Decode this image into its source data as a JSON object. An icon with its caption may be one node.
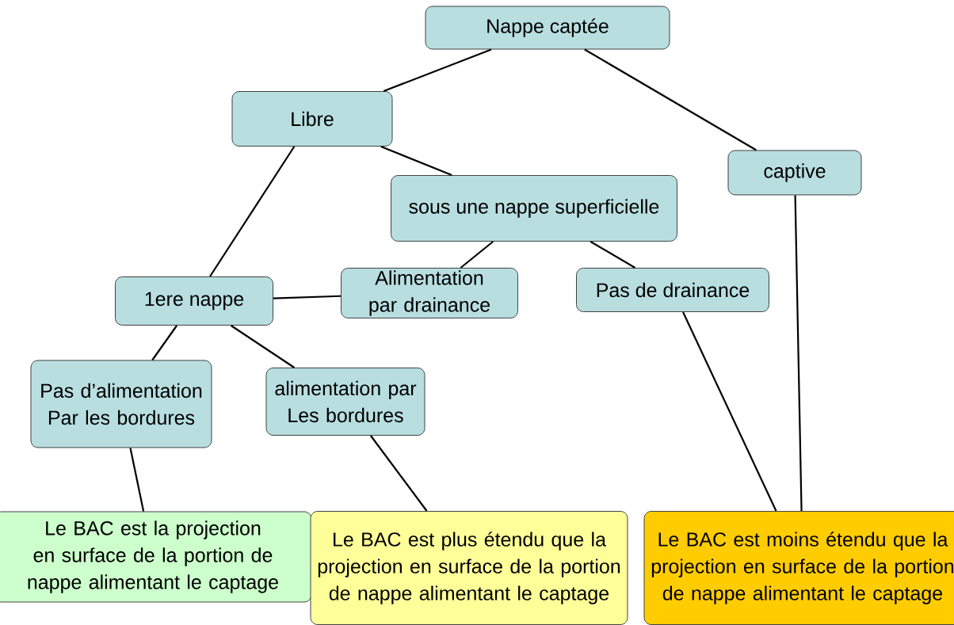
{
  "diagram": {
    "nodes": [
      {
        "text": [
          "Nappe captée"
        ]
      },
      {
        "text": [
          "Libre"
        ]
      },
      {
        "text": [
          "captive"
        ]
      },
      {
        "text": [
          "sous une nappe superficielle"
        ]
      },
      {
        "text": [
          "1ere nappe"
        ]
      },
      {
        "text": [
          "Alimentation par drainance"
        ]
      },
      {
        "text": [
          "Pas de drainance"
        ]
      },
      {
        "text": [
          "Pas d’alimentation Par les bordures"
        ]
      },
      {
        "text": [
          "alimentation par Les bordures"
        ]
      },
      {
        "text": [
          "Le BAC est la projection en surface de la portion de nappe alimentant le captage"
        ]
      },
      {
        "text": [
          "Le BAC est plus étendu que la projection en surface de la portion de nappe alimentant le captage"
        ]
      },
      {
        "text": [
          "Le BAC est moins étendu que la projection en surface de la portion de nappe alimentant le captage"
        ]
      }
    ],
    "edges": [
      {
        "from": 0,
        "to": 1,
        "arrow": "none"
      },
      {
        "from": 0,
        "to": 2,
        "arrow": "none"
      },
      {
        "from": 1,
        "to": 4,
        "arrow": "none"
      },
      {
        "from": 1,
        "to": 3,
        "arrow": "none"
      },
      {
        "from": 3,
        "to": 5,
        "arrow": "none"
      },
      {
        "from": 3,
        "to": 6,
        "arrow": "none"
      },
      {
        "from": 4,
        "to": 5,
        "arrow": "none"
      },
      {
        "from": 4,
        "to": 7,
        "arrow": "none"
      },
      {
        "from": 4,
        "to": 8,
        "arrow": "none"
      },
      {
        "from": 7,
        "to": 9,
        "arrow": "none"
      },
      {
        "from": 8,
        "to": 10,
        "arrow": "none"
      },
      {
        "from": 6,
        "to": 11,
        "arrow": "none"
      },
      {
        "from": 2,
        "to": 11,
        "arrow": "none"
      }
    ]
  }
}
